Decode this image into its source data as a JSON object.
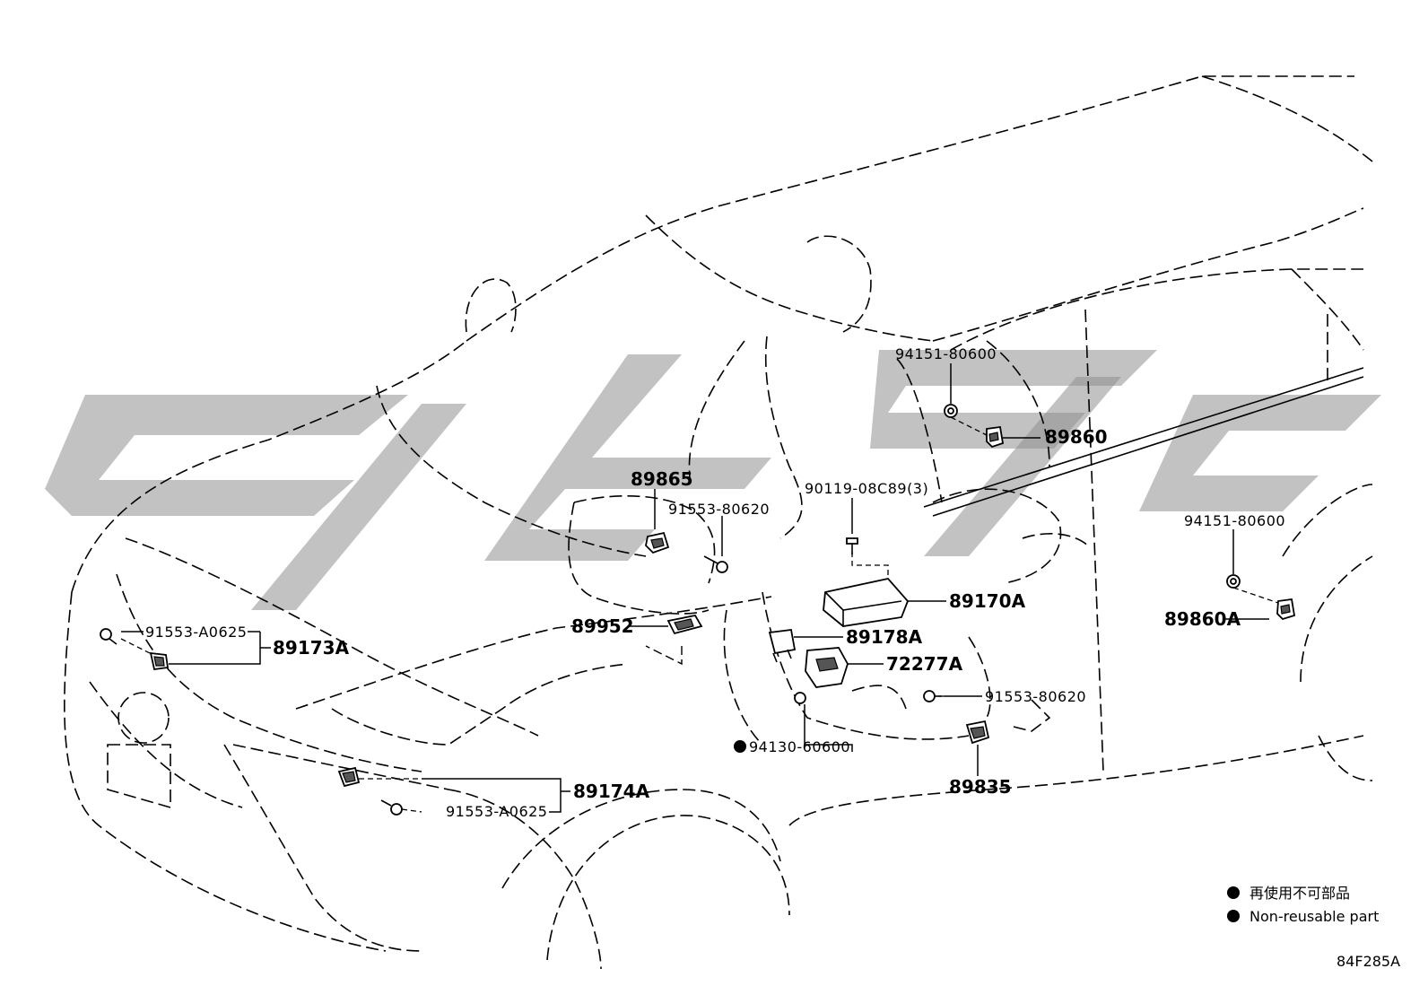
{
  "parts": {
    "p_94151_80600_a": "94151-80600",
    "p_89860": "89860",
    "p_89865": "89865",
    "p_90119": "90119-08C89(3)",
    "p_91553_80620_a": "91553-80620",
    "p_94151_80600_b": "94151-80600",
    "p_89860a": "89860A",
    "p_89170a": "89170A",
    "p_89952": "89952",
    "p_89178a": "89178A",
    "p_91553_a0625_a": "91553-A0625",
    "p_89173a": "89173A",
    "p_72277a": "72277A",
    "p_91553_80620_b": "91553-80620",
    "p_94130_60600": "94130-60600",
    "p_89835": "89835",
    "p_89174a": "89174A",
    "p_91553_a0625_b": "91553-A0625"
  },
  "legend": {
    "item1": "再使用不可部品",
    "item2": "Non-reusable part"
  },
  "diagram_code": "84F285A",
  "colors": {
    "ink": "#000000",
    "watermark": "#8f8f8f",
    "background": "#ffffff"
  }
}
